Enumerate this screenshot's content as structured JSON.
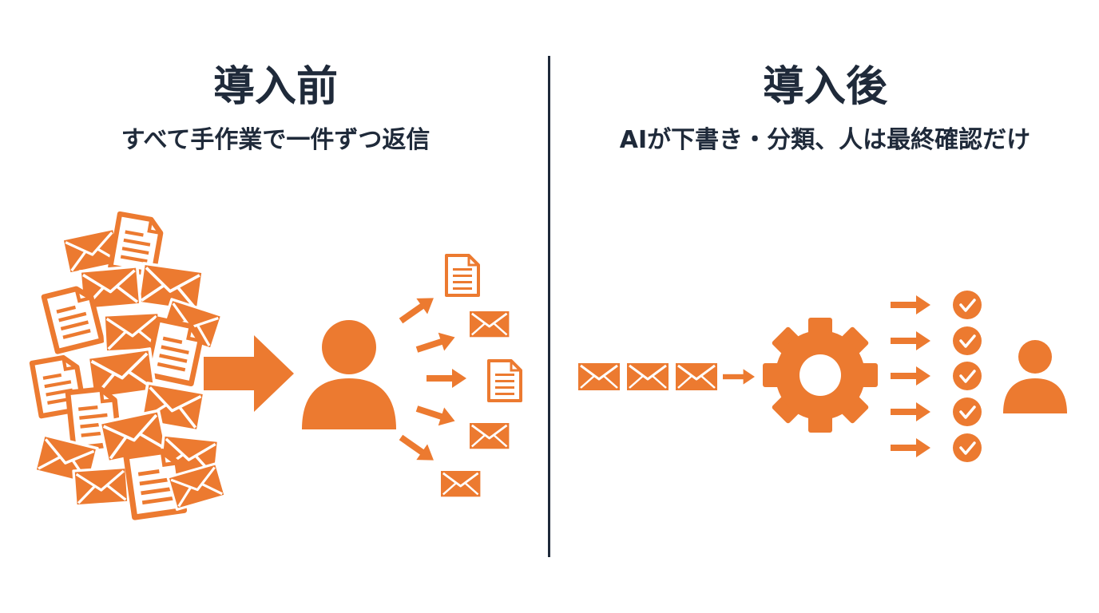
{
  "before": {
    "title": "導入前",
    "subtitle": "すべて手作業で一件ずつ返信"
  },
  "after": {
    "title": "導入後",
    "subtitle": "AIが下書き・分類、人は最終確認だけ"
  },
  "colors": {
    "accent": "#ec7a30",
    "text": "#1f2a3a",
    "background": "#ffffff"
  },
  "icons": [
    "envelope-icon",
    "document-icon",
    "arrow-icon",
    "person-icon",
    "gear-icon",
    "check-circle-icon"
  ]
}
